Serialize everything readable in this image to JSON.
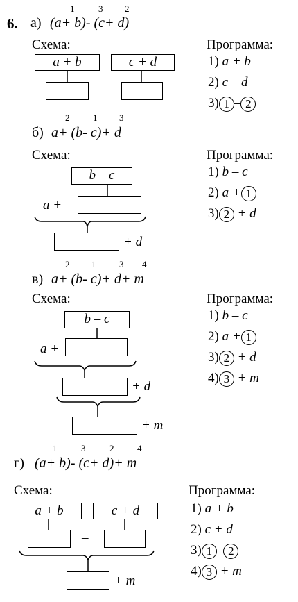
{
  "task_number": "6.",
  "scheme_label": "Схема:",
  "program_label": "Программа:",
  "a": {
    "letter": "а)",
    "expr": {
      "p1": "(a",
      "p2": "+ b)",
      "p3": "-",
      "p4": " (c",
      "p5": "+ d)"
    },
    "orders": [
      "1",
      "3",
      "2"
    ],
    "boxes": [
      "a + b",
      "c + d"
    ],
    "minus": "–",
    "steps": [
      {
        "n": "1)",
        "t": "a + b"
      },
      {
        "n": "2)",
        "t": "c – d"
      },
      {
        "n": "3)",
        "c1": "1",
        "op": "–",
        "c2": "2"
      }
    ]
  },
  "b": {
    "letter": "б)",
    "expr": {
      "p1": "a",
      "p2": "+ (b",
      "p3": "-",
      "p4": " c)",
      "p5": "+ d"
    },
    "orders": [
      "2",
      "1",
      "3"
    ],
    "boxes": [
      "b – c"
    ],
    "side1": "a +",
    "side2": "+ d",
    "steps": [
      {
        "n": "1)",
        "t": "b – c"
      },
      {
        "n": "2)",
        "pre": "a +",
        "c1": "1"
      },
      {
        "n": "3)",
        "c1": "2",
        "post": "+ d"
      }
    ]
  },
  "v": {
    "letter": "в)",
    "expr": {
      "p1": "a",
      "p2": "+ (b",
      "p3": "-",
      "p4": " c)",
      "p5": "+ d",
      "p6": "+ m"
    },
    "orders": [
      "2",
      "1",
      "3",
      "4"
    ],
    "boxes": [
      "b – c"
    ],
    "side1": "a +",
    "side2": "+ d",
    "side3": "+ m",
    "steps": [
      {
        "n": "1)",
        "t": "b – c"
      },
      {
        "n": "2)",
        "pre": "a +",
        "c1": "1"
      },
      {
        "n": "3)",
        "c1": "2",
        "post": "+ d"
      },
      {
        "n": "4)",
        "c1": "3",
        "post": "+ m"
      }
    ]
  },
  "g": {
    "letter": "г)",
    "expr": {
      "p1": "(a",
      "p2": "+ b)",
      "p3": "-",
      "p4": " (c",
      "p5": "+ d)",
      "p6": "+ m"
    },
    "orders": [
      "1",
      "3",
      "2",
      "4"
    ],
    "boxes": [
      "a + b",
      "c + d"
    ],
    "minus": "–",
    "side3": "+ m",
    "steps": [
      {
        "n": "1)",
        "t": "a + b"
      },
      {
        "n": "2)",
        "t": "c + d"
      },
      {
        "n": "3)",
        "c1": "1",
        "op": "–",
        "c2": "2"
      },
      {
        "n": "4)",
        "c1": "3",
        "post": "+ m"
      }
    ]
  }
}
